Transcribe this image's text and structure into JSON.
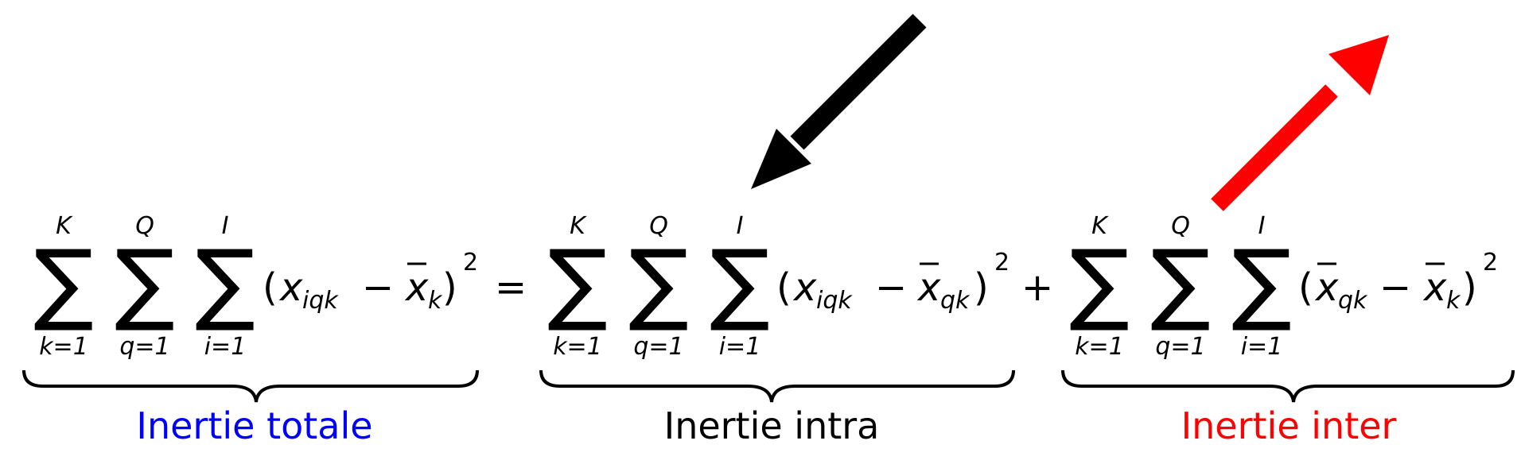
{
  "colors": {
    "arrow_intra": "#000000",
    "arrow_inter": "#ff0000",
    "label_totale": "#0000ff",
    "label_intra": "#000000",
    "label_inter": "#ff0000"
  },
  "labels": {
    "totale": "Inertie totale",
    "intra": "Inertie intra",
    "inter": "Inertie inter"
  },
  "sums": {
    "upper_K": "K",
    "upper_Q": "Q",
    "upper_I": "I",
    "lower_k": "k=1",
    "lower_q": "q=1",
    "lower_i": "i=1",
    "sigma": "∑"
  },
  "terms": {
    "left": {
      "open": "(",
      "var": "x",
      "sub1": "iqk",
      "minus": "−",
      "mean": "x",
      "sub2": "k",
      "close": ")",
      "power": "2"
    },
    "middle": {
      "open": "(",
      "var": "x",
      "sub1": "iqk",
      "minus": "−",
      "mean": "x",
      "sub2": "qk",
      "close": ")",
      "power": "2"
    },
    "right": {
      "open": "(",
      "mean1": "x",
      "sub1": "qk",
      "minus": "−",
      "mean2": "x",
      "sub2": "k",
      "close": ")",
      "power": "2"
    }
  },
  "operators": {
    "equals": "=",
    "plus": "+"
  }
}
